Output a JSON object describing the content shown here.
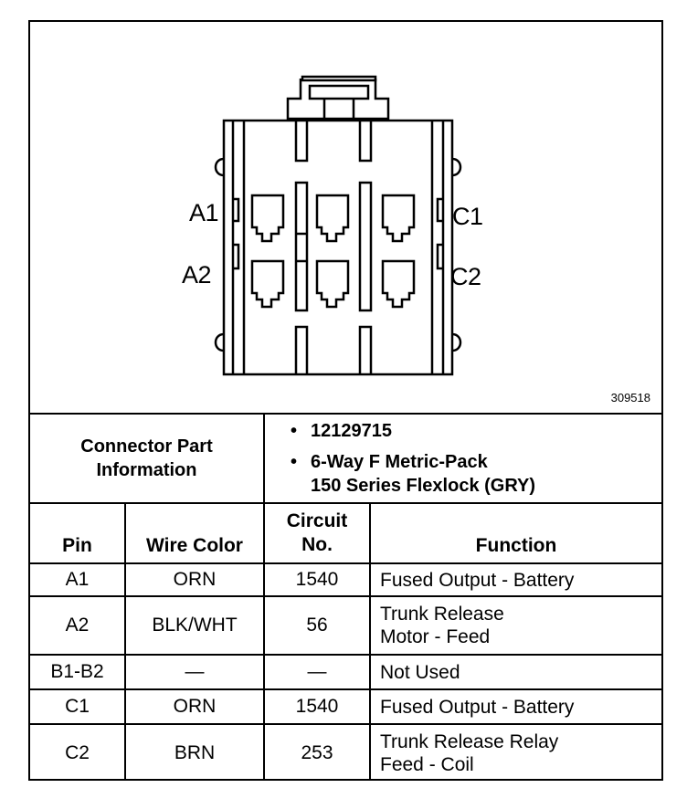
{
  "diagram": {
    "pin_labels": {
      "a1": "A1",
      "a2": "A2",
      "c1": "C1",
      "c2": "C2"
    },
    "figure_number": "309518"
  },
  "connector_info": {
    "title_line1": "Connector Part",
    "title_line2": "Information",
    "items": [
      {
        "bullet": "•",
        "lines": [
          "12129715"
        ]
      },
      {
        "bullet": "•",
        "lines": [
          "6-Way F Metric-Pack",
          "150 Series Flexlock (GRY)"
        ]
      }
    ]
  },
  "table": {
    "headers": {
      "pin": "Pin",
      "wire_color": "Wire Color",
      "circuit_line1": "Circuit",
      "circuit_line2": "No.",
      "function": "Function"
    },
    "rows": [
      {
        "pin": "A1",
        "wire_color": "ORN",
        "circuit": "1540",
        "function_line1": "Fused Output - Battery",
        "function_line2": ""
      },
      {
        "pin": "A2",
        "wire_color": "BLK/WHT",
        "circuit": "56",
        "function_line1": "Trunk Release",
        "function_line2": "Motor - Feed"
      },
      {
        "pin": "B1-B2",
        "wire_color": "—",
        "circuit": "—",
        "function_line1": "Not Used",
        "function_line2": ""
      },
      {
        "pin": "C1",
        "wire_color": "ORN",
        "circuit": "1540",
        "function_line1": "Fused Output - Battery",
        "function_line2": ""
      },
      {
        "pin": "C2",
        "wire_color": "BRN",
        "circuit": "253",
        "function_line1": "Trunk Release Relay",
        "function_line2": "Feed - Coil"
      }
    ]
  }
}
